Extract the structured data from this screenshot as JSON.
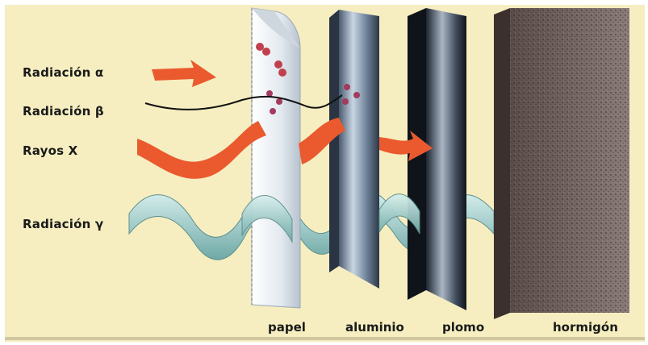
{
  "radiation_labels": {
    "alpha": "Radiación α",
    "beta": "Radiación β",
    "xray": "Rayos X",
    "gamma": "Radiación γ"
  },
  "barrier_labels": {
    "paper": "papel",
    "aluminum": "aluminio",
    "lead": "plomo",
    "concrete": "hormigón"
  },
  "colors": {
    "background": "#f6eec0",
    "arrow": "#ea5a2e",
    "gamma_ribbon": "#9fcfcc",
    "particles": "#a23b5c"
  }
}
